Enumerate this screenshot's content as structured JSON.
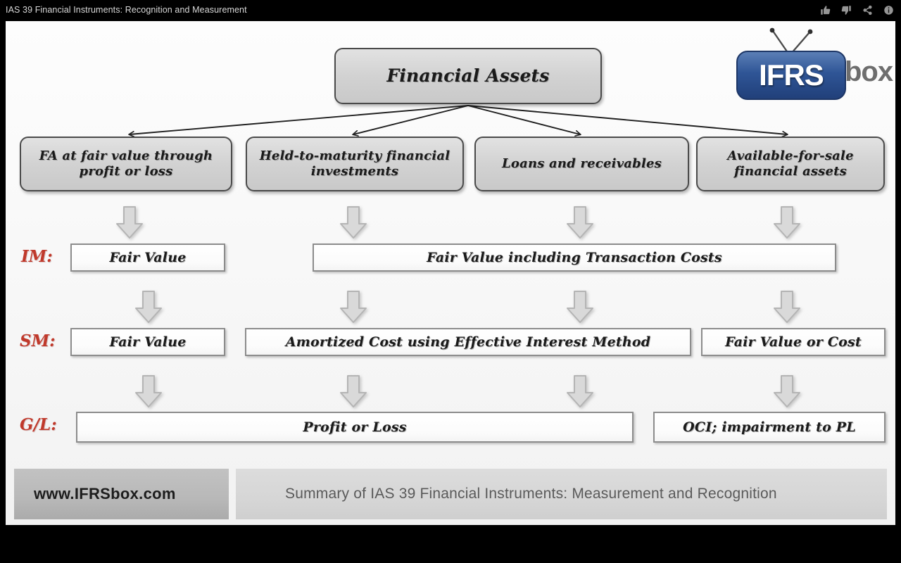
{
  "player": {
    "video_title": "IAS 39 Financial Instruments: Recognition and Measurement",
    "actions": [
      {
        "name": "thumbs-up-icon",
        "label": "Like"
      },
      {
        "name": "thumbs-down-icon",
        "label": "Dislike"
      },
      {
        "name": "share-icon",
        "label": "Share"
      },
      {
        "name": "info-icon",
        "label": "More info"
      }
    ]
  },
  "colors": {
    "label_red": "#c0392b",
    "logo_blue": "#2f5596",
    "logo_gray": "#6e6e6e",
    "box_gray": "#d2d2d2",
    "border_dark": "#4a4a4a"
  },
  "slide": {
    "root": {
      "label": "Financial Assets"
    },
    "categories": [
      {
        "label": "FA at fair value through profit or loss"
      },
      {
        "label": "Held-to-maturity financial investments"
      },
      {
        "label": "Loans and receivables"
      },
      {
        "label": "Available-for-sale financial assets"
      }
    ],
    "rows": [
      {
        "key": "IM",
        "label": "IM:",
        "cells": [
          {
            "label": "Fair Value"
          },
          {
            "label": "Fair Value including Transaction Costs"
          }
        ]
      },
      {
        "key": "SM",
        "label": "SM:",
        "cells": [
          {
            "label": "Fair Value"
          },
          {
            "label": "Amortized Cost using Effective Interest Method"
          },
          {
            "label": "Fair Value or Cost"
          }
        ]
      },
      {
        "key": "GL",
        "label": "G/L:",
        "cells": [
          {
            "label": "Profit or Loss"
          },
          {
            "label": "OCI; impairment to PL"
          }
        ]
      }
    ],
    "logo": {
      "brand_primary": "IFRS",
      "brand_secondary": "box"
    },
    "footer": {
      "url": "www.IFRSbox.com",
      "caption": "Summary of IAS 39 Financial Instruments: Measurement and Recognition"
    }
  }
}
